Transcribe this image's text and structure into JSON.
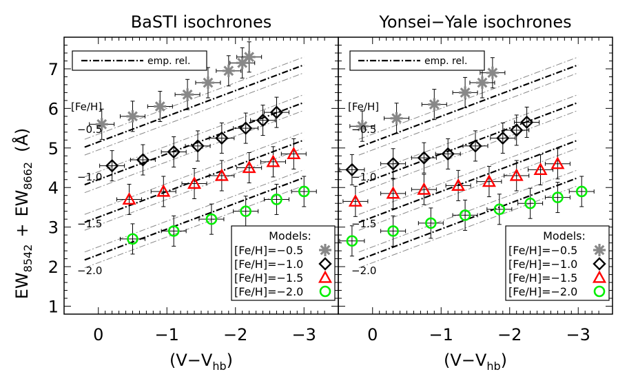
{
  "chart_data": [
    {
      "type": "scatter",
      "title": "BaSTI isochrones",
      "xlabel_main": "(V−V",
      "xlabel_sub": "hb",
      "xlabel_close": ")",
      "ylabel": {
        "ew1": "EW",
        "sub1": "8542",
        "plus": "+",
        "ew2": "EW",
        "sub2": "8662",
        "unit": "(Å)"
      },
      "xlim": [
        0.5,
        -3.5
      ],
      "ylim": [
        0.8,
        7.8
      ],
      "xticks": [
        0,
        -1,
        -2,
        -3
      ],
      "xtick_labels": [
        "0",
        "−1",
        "−2",
        "−3"
      ],
      "yticks": [
        1,
        2,
        3,
        4,
        5,
        6,
        7
      ],
      "feh_header": "[Fe/H]",
      "feh_labels": [
        "−0.5",
        "−1.0",
        "−1.5",
        "−2.0"
      ],
      "emp_legend": "emp. rel.",
      "models_legend": {
        "title": "Models:",
        "entries": [
          "[Fe/H]=−0.5",
          "[Fe/H]=−1.0",
          "[Fe/H]=−1.5",
          "[Fe/H]=−2.0"
        ]
      },
      "series": [
        {
          "name": "[Fe/H]=−0.5",
          "marker": "star",
          "color": "#888888",
          "x": [
            -0.05,
            -0.5,
            -0.9,
            -1.3,
            -1.6,
            -1.9,
            -2.1,
            -2.2
          ],
          "y": [
            5.6,
            5.8,
            6.05,
            6.35,
            6.65,
            6.95,
            7.15,
            7.3
          ]
        },
        {
          "name": "[Fe/H]=−1.0",
          "marker": "diamond",
          "color": "#000000",
          "x": [
            -0.2,
            -0.65,
            -1.1,
            -1.45,
            -1.8,
            -2.15,
            -2.4,
            -2.6
          ],
          "y": [
            4.55,
            4.7,
            4.9,
            5.05,
            5.25,
            5.5,
            5.7,
            5.9
          ]
        },
        {
          "name": "[Fe/H]=−1.5",
          "marker": "triangle",
          "color": "#ff0000",
          "x": [
            -0.45,
            -0.95,
            -1.4,
            -1.8,
            -2.2,
            -2.55,
            -2.85
          ],
          "y": [
            3.7,
            3.9,
            4.1,
            4.3,
            4.5,
            4.65,
            4.85
          ]
        },
        {
          "name": "[Fe/H]=−2.0",
          "marker": "circle",
          "color": "#00ee00",
          "x": [
            -0.5,
            -1.1,
            -1.65,
            -2.15,
            -2.6,
            -3.0
          ],
          "y": [
            2.7,
            2.9,
            3.2,
            3.4,
            3.7,
            3.9
          ]
        }
      ]
    },
    {
      "type": "scatter",
      "title": "Yonsei−Yale isochrones",
      "xlabel_main": "(V−V",
      "xlabel_sub": "hb",
      "xlabel_close": ")",
      "xlim": [
        0.5,
        -3.5
      ],
      "ylim": [
        0.8,
        7.8
      ],
      "xticks": [
        0,
        -1,
        -2,
        -3
      ],
      "xtick_labels": [
        "0",
        "−1",
        "−2",
        "−3"
      ],
      "feh_header": "[Fe/H]",
      "feh_labels": [
        "−0.5",
        "−1.0",
        "−1.5",
        "−2.0"
      ],
      "emp_legend": "emp. rel.",
      "models_legend": {
        "title": "Models:",
        "entries": [
          "[Fe/H]=−0.5",
          "[Fe/H]=−1.0",
          "[Fe/H]=−1.5",
          "[Fe/H]=−2.0"
        ]
      },
      "series": [
        {
          "name": "[Fe/H]=−0.5",
          "marker": "star",
          "color": "#888888",
          "x": [
            0.15,
            -0.35,
            -0.9,
            -1.35,
            -1.6,
            -1.75
          ],
          "y": [
            5.55,
            5.75,
            6.1,
            6.4,
            6.65,
            6.9
          ]
        },
        {
          "name": "[Fe/H]=−1.0",
          "marker": "diamond",
          "color": "#000000",
          "x": [
            0.3,
            -0.3,
            -0.75,
            -1.1,
            -1.5,
            -1.9,
            -2.1,
            -2.25
          ],
          "y": [
            4.45,
            4.6,
            4.75,
            4.85,
            5.05,
            5.25,
            5.45,
            5.65
          ]
        },
        {
          "name": "[Fe/H]=−1.5",
          "marker": "triangle",
          "color": "#ff0000",
          "x": [
            0.25,
            -0.3,
            -0.75,
            -1.25,
            -1.7,
            -2.1,
            -2.45,
            -2.7
          ],
          "y": [
            3.65,
            3.85,
            3.95,
            4.05,
            4.15,
            4.3,
            4.45,
            4.6
          ]
        },
        {
          "name": "[Fe/H]=−2.0",
          "marker": "circle",
          "color": "#00ee00",
          "x": [
            0.3,
            -0.3,
            -0.85,
            -1.35,
            -1.85,
            -2.3,
            -2.7,
            -3.05
          ],
          "y": [
            2.65,
            2.9,
            3.1,
            3.3,
            3.45,
            3.6,
            3.75,
            3.9
          ]
        }
      ]
    }
  ]
}
